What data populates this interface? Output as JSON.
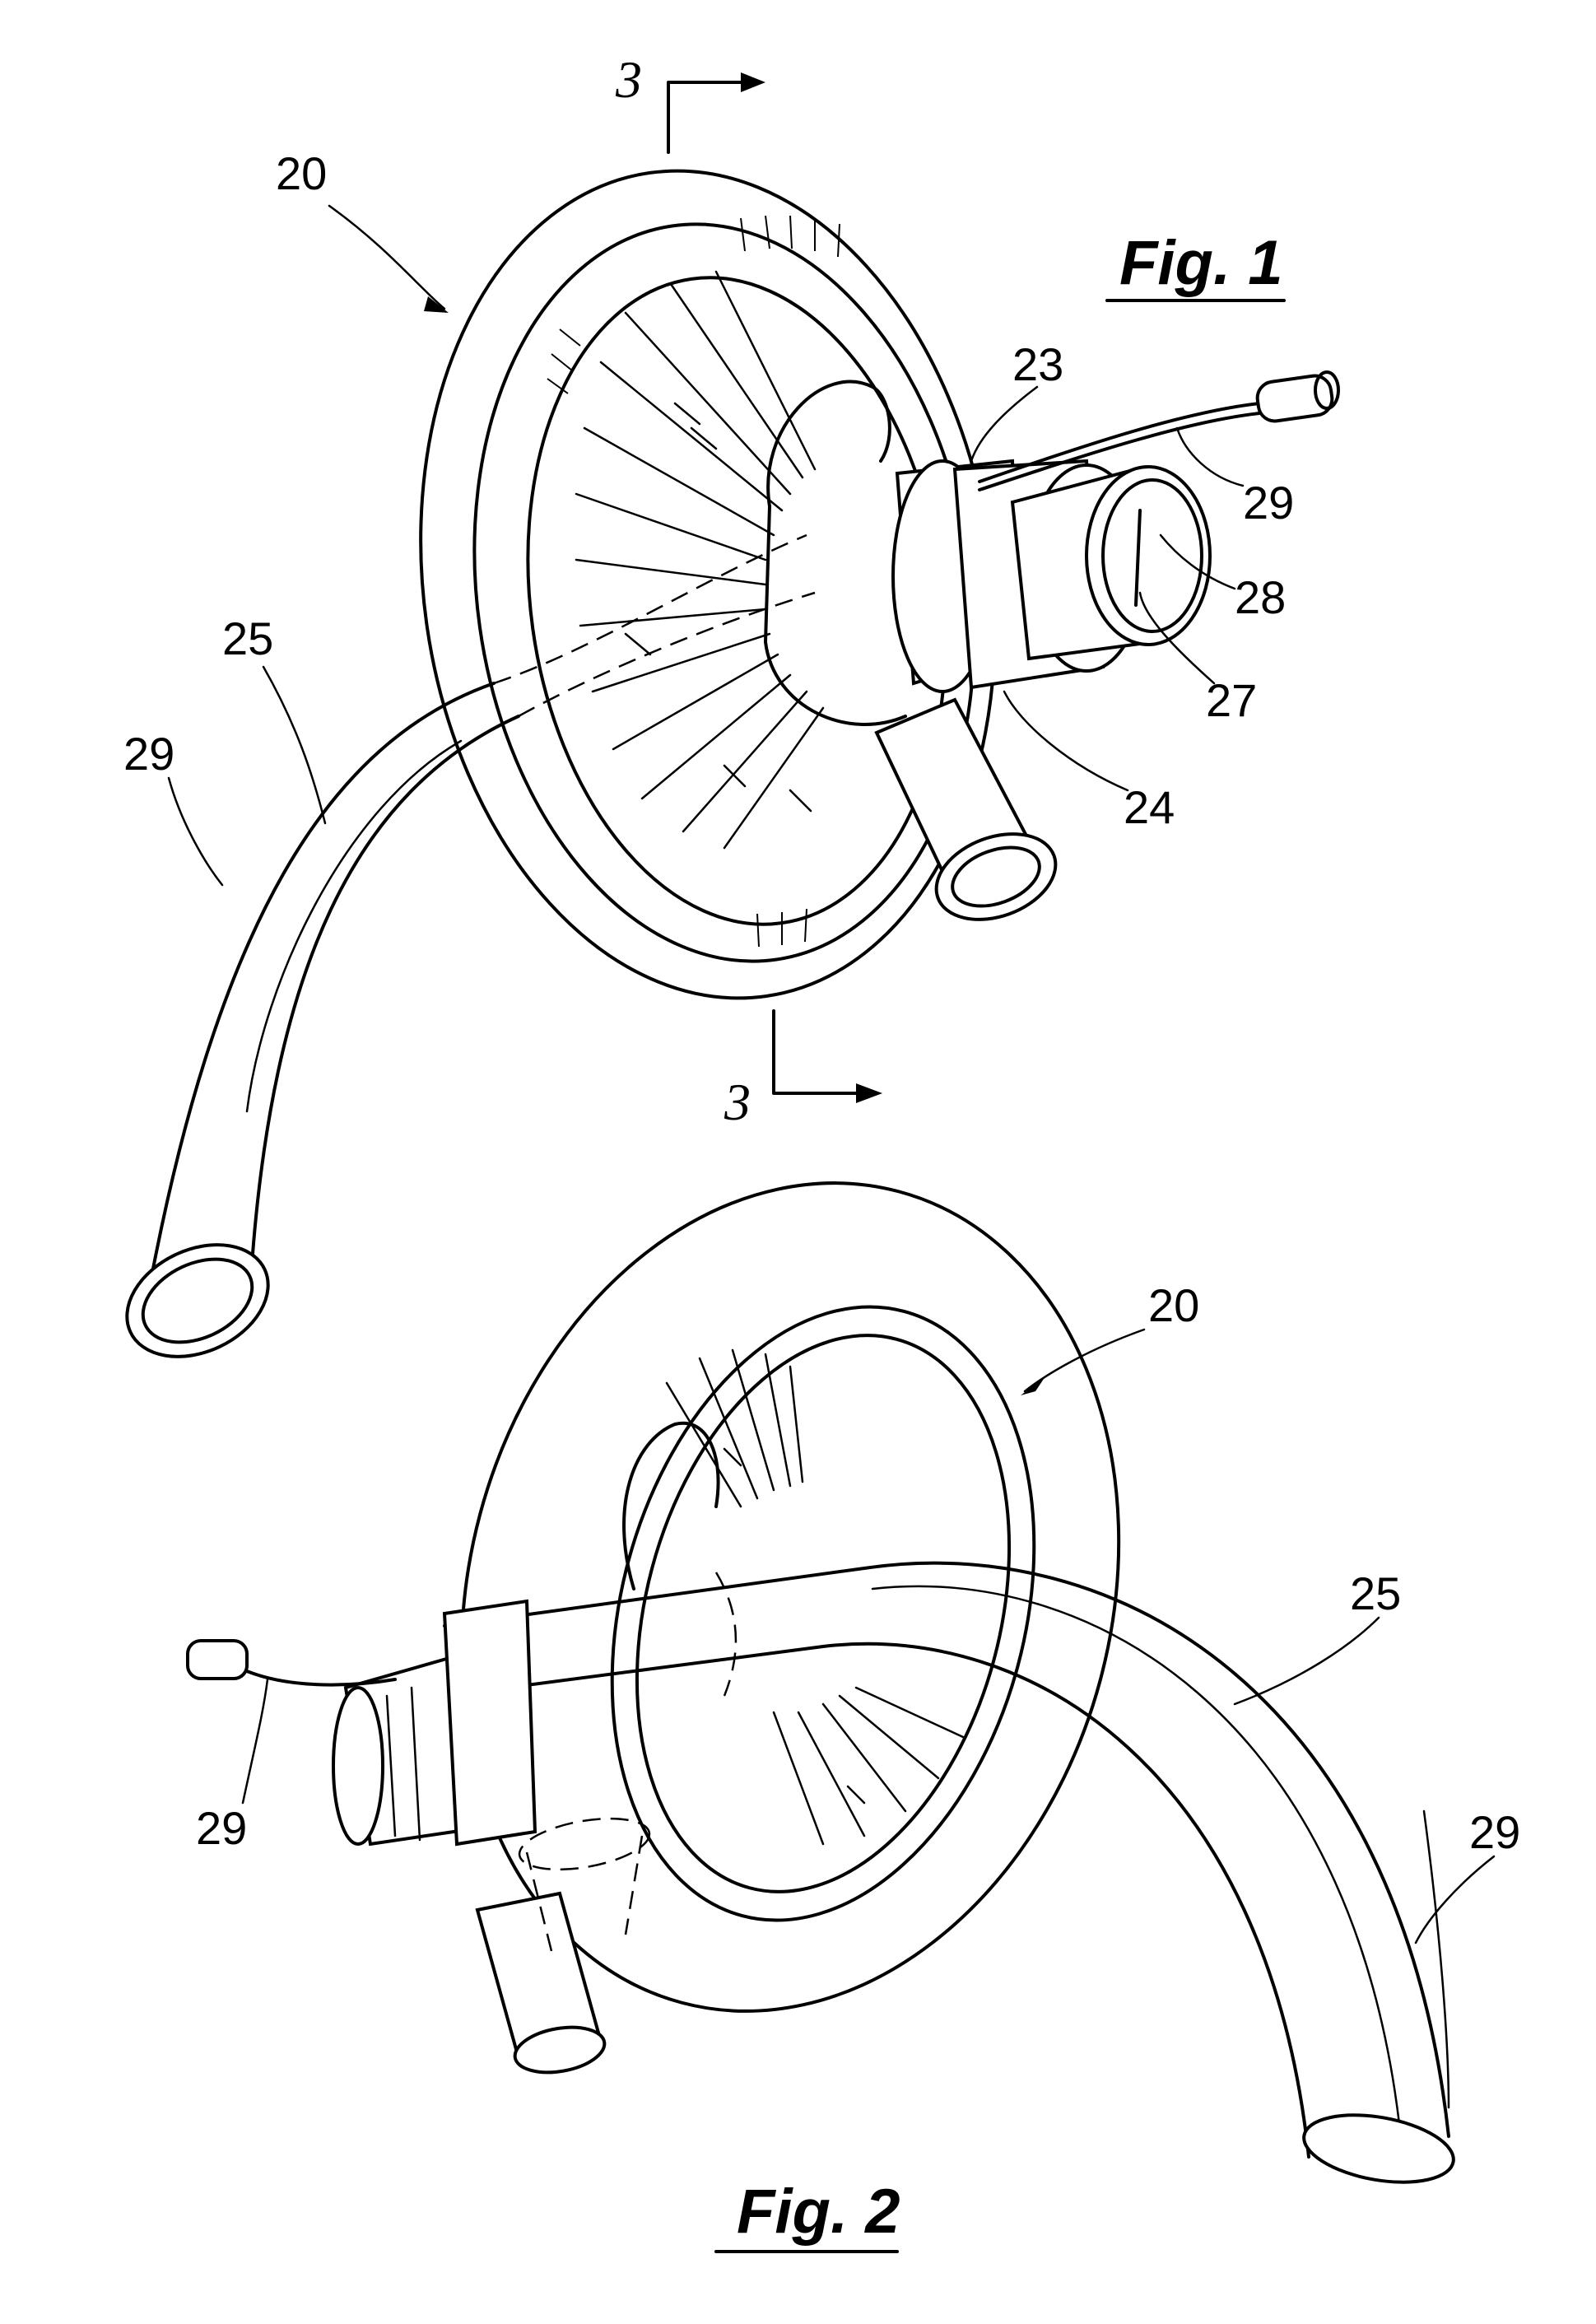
{
  "figures": [
    {
      "caption": "Fig. 1",
      "section_marks": [
        "3",
        "3"
      ],
      "reference_labels": [
        "20",
        "23",
        "29",
        "28",
        "27",
        "24",
        "25",
        "29"
      ]
    },
    {
      "caption": "Fig. 2",
      "reference_labels": [
        "20",
        "25",
        "29",
        "29"
      ]
    }
  ],
  "colors": {
    "line": "#000000",
    "background": "#ffffff"
  }
}
